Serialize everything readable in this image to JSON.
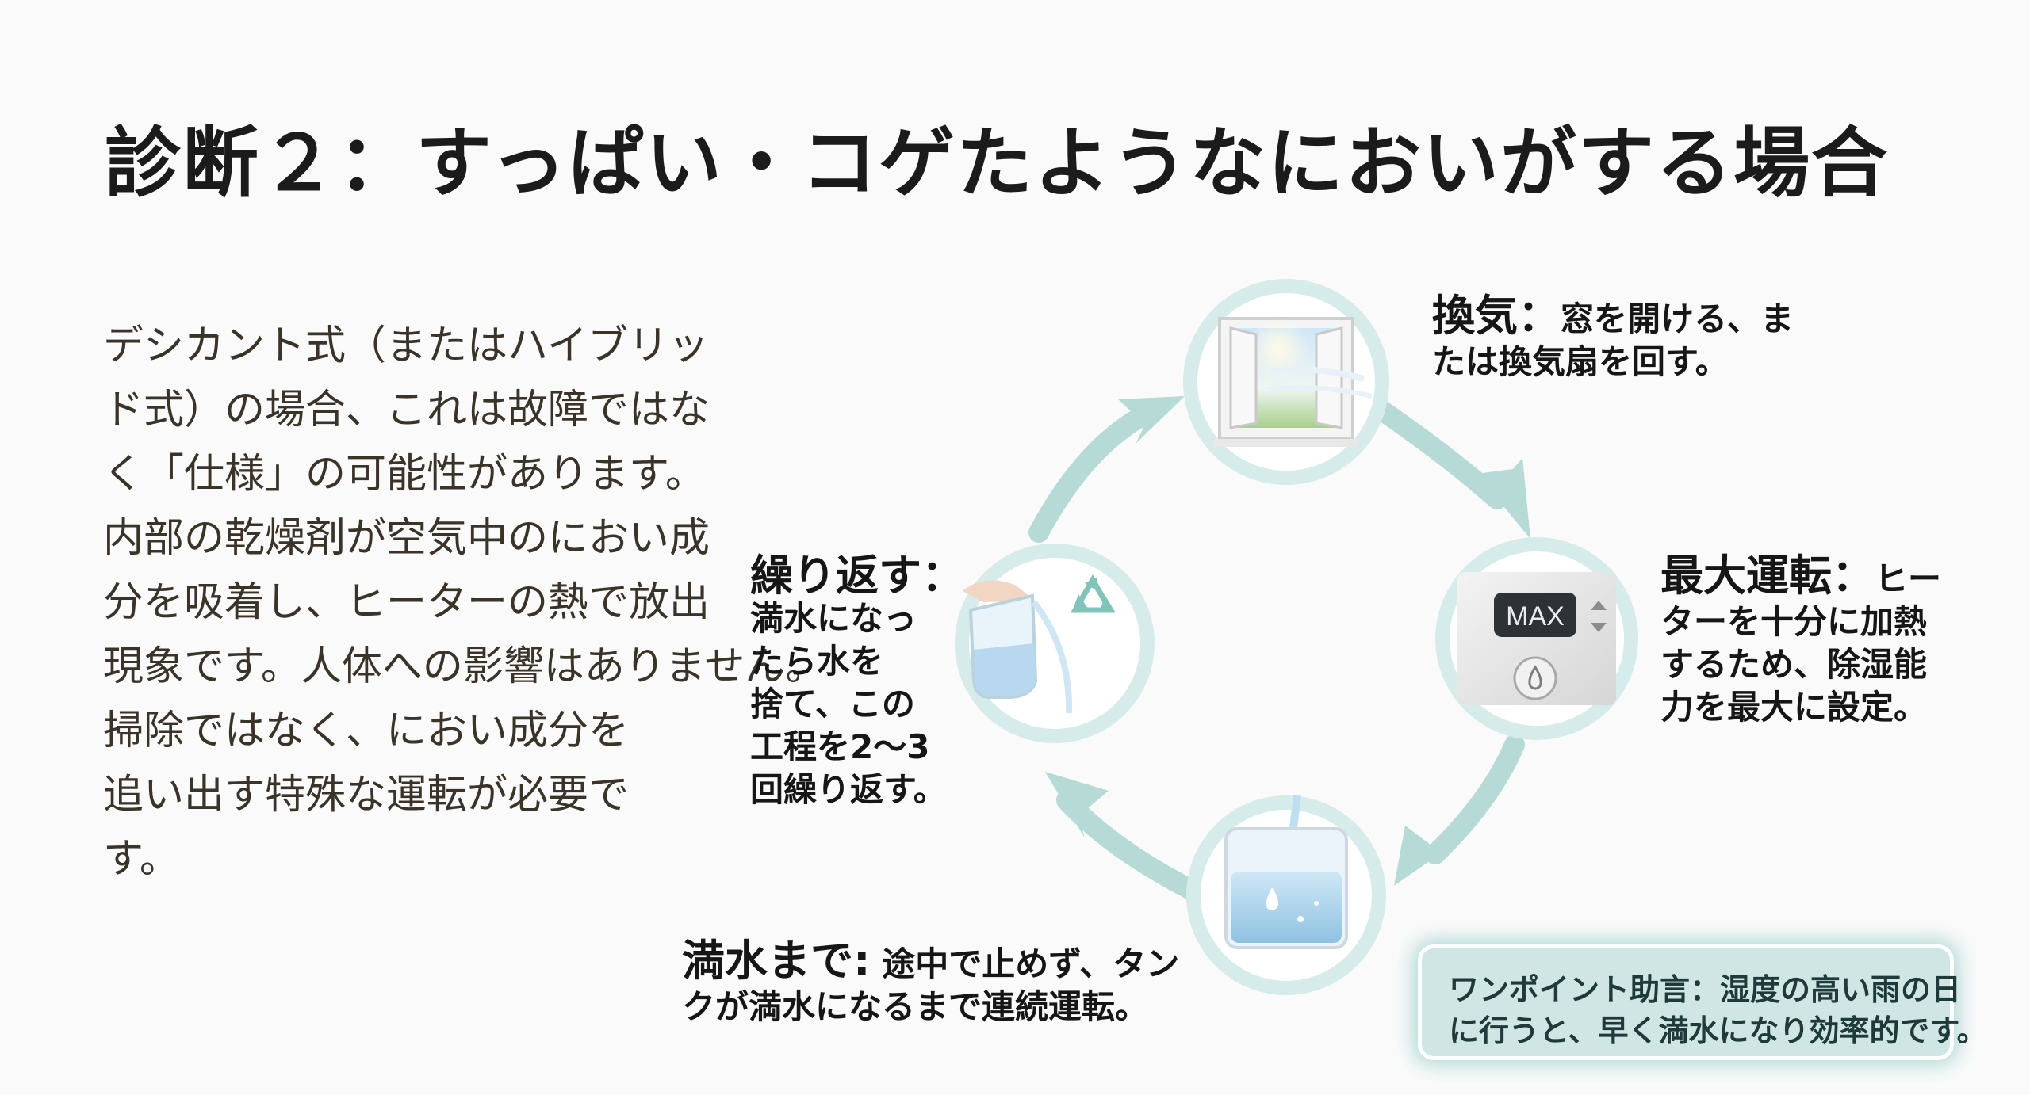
{
  "title": "診断２：すっぱい・コゲたようなにおいがする場合",
  "body_lines": [
    "デシカント式（またはハイブリッ",
    "ド式）の場合、これは故障ではな",
    "く「仕様」の可能性があります。",
    "内部の乾燥剤が空気中のにおい成",
    "分を吸着し、ヒーターの熱で放出",
    "現象です。人体への影響はありません。",
    "掃除ではなく、におい成分を",
    "追い出す特殊な運転が必要で",
    "す。"
  ],
  "cycle": {
    "arrow_color": "#b6dad6",
    "steps": {
      "ventilation": {
        "icon": "window-icon",
        "head": "換気：",
        "lines": [
          "窓を開ける、ま",
          "たは換気扇を回す。"
        ]
      },
      "max_operation": {
        "icon": "dehumidifier-panel-icon",
        "display": "MAX",
        "head": "最大運転：",
        "lines": [
          "ヒー",
          "ターを十分に加熱",
          "するため、除湿能",
          "力を最大に設定。"
        ]
      },
      "until_full": {
        "icon": "water-tank-icon",
        "head": "満水まで:",
        "lines": [
          " 途中で止めず、タン",
          "クが満水になるまで連続運転。"
        ]
      },
      "repeat": {
        "icon": "pouring-pitcher-icon",
        "badge_icon": "recycle-icon",
        "head": "繰り返す：",
        "lines": [
          "満水になっ",
          "たら水を",
          "捨て、この",
          "工程を2〜3",
          "回繰り返す。"
        ]
      }
    }
  },
  "tip": {
    "lines": [
      "ワンポイント助言：湿度の高い雨の日",
      "に行うと、早く満水になり効率的です。"
    ]
  }
}
